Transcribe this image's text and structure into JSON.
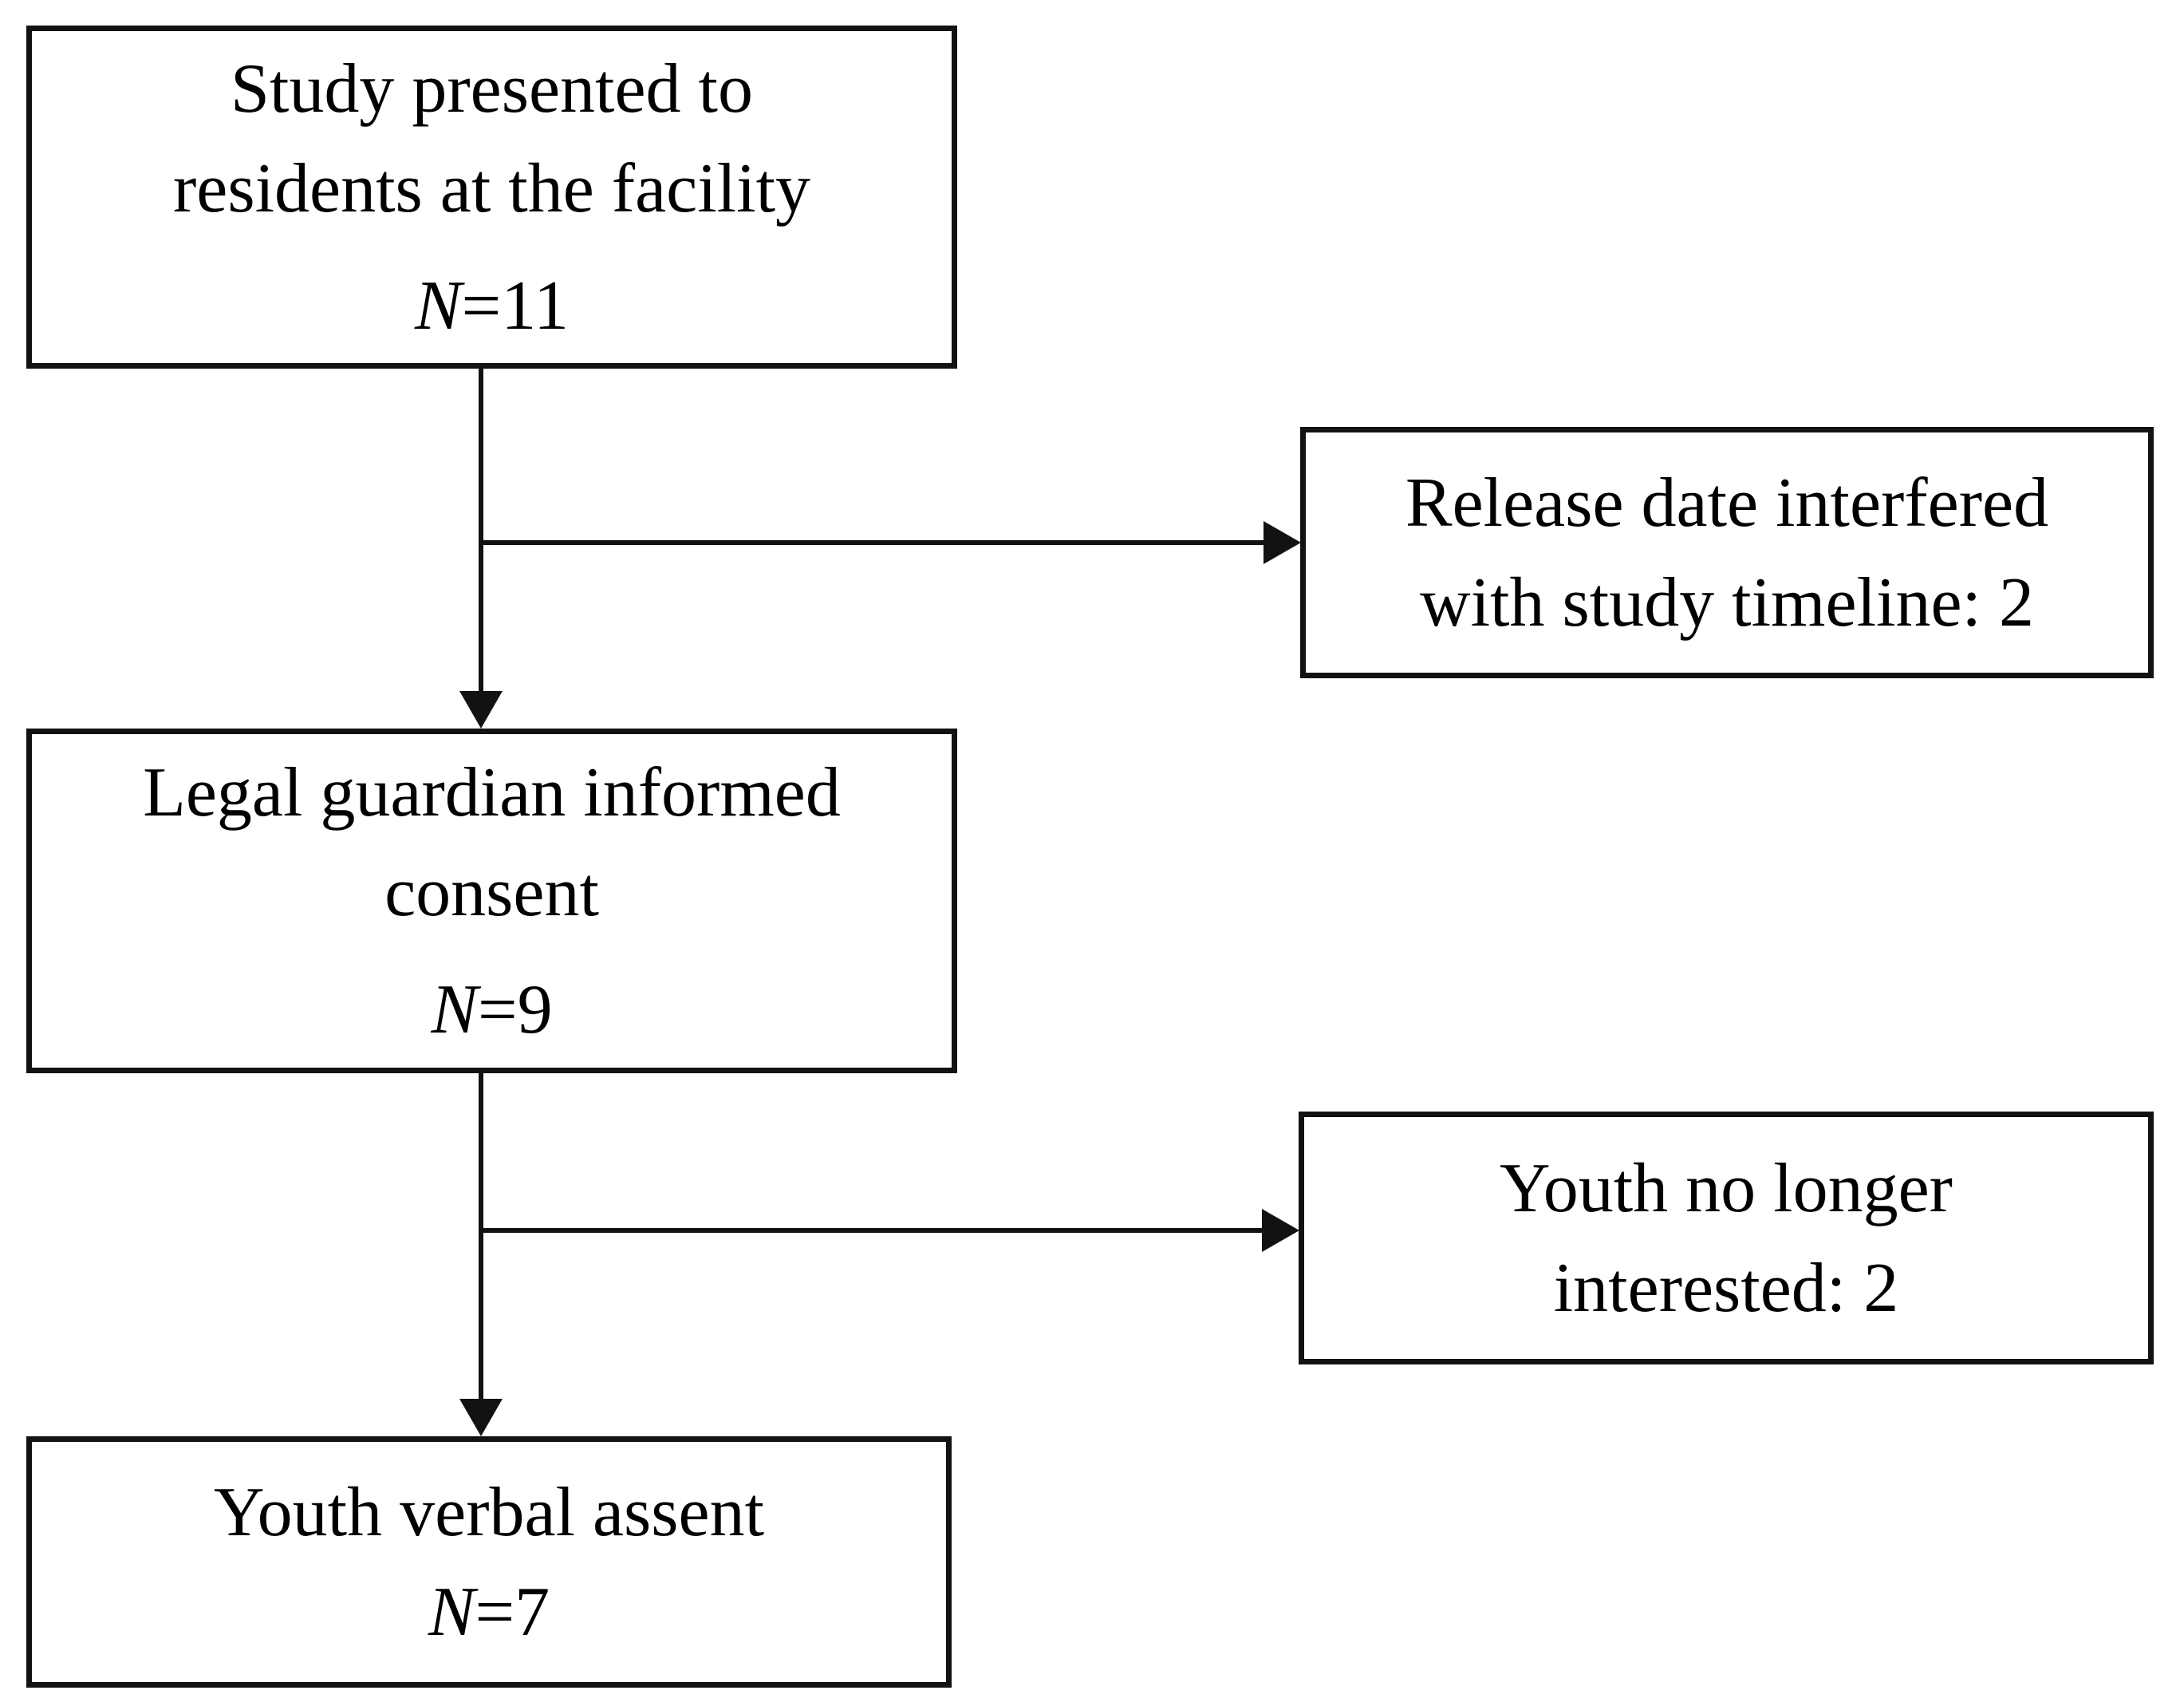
{
  "figure": {
    "type": "participant-flow-diagram",
    "colors": {
      "background": "#ffffff",
      "line": "#121212",
      "text": "#000000"
    },
    "main_nodes": [
      {
        "id": "study",
        "lines": [
          "Study presented to",
          "residents at the facility"
        ],
        "n_prefix": "N",
        "n_suffix": "=11"
      },
      {
        "id": "consent",
        "lines": [
          "Legal guardian informed",
          "consent"
        ],
        "n_prefix": "N",
        "n_suffix": "=9"
      },
      {
        "id": "assent",
        "lines": [
          "Youth verbal assent"
        ],
        "n_prefix": "N",
        "n_suffix": "=7"
      }
    ],
    "exclusion_nodes": [
      {
        "id": "release",
        "lines": [
          "Release date interfered",
          "with study timeline: 2"
        ]
      },
      {
        "id": "interest",
        "lines": [
          "Youth no longer",
          "interested: 2"
        ]
      }
    ],
    "edges": [
      {
        "from": "study",
        "to": "consent",
        "type": "arrow-down"
      },
      {
        "from": "study",
        "to": "release",
        "type": "arrow-right"
      },
      {
        "from": "consent",
        "to": "assent",
        "type": "arrow-down"
      },
      {
        "from": "consent",
        "to": "interest",
        "type": "arrow-right"
      }
    ]
  }
}
